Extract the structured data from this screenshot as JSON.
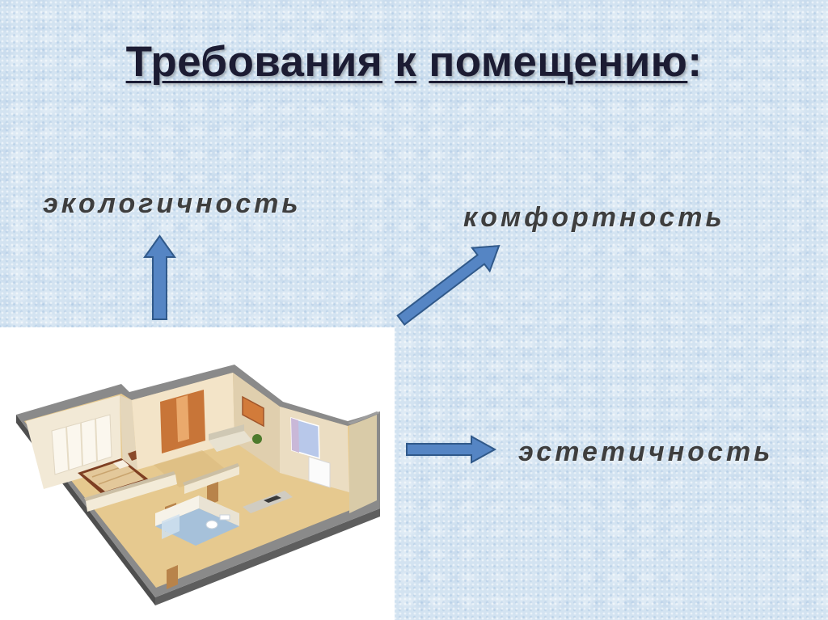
{
  "slide": {
    "title": {
      "words": [
        "Требования",
        "к",
        "помещению"
      ],
      "suffix": ":"
    },
    "labels": {
      "ecology": "экологичность",
      "comfort": "комфортность",
      "aesthetics": "эстетичность"
    }
  },
  "icons": {
    "arrow_to_ecology": "arrow-up-icon",
    "arrow_to_comfort": "arrow-up-right-icon",
    "arrow_to_aesthetics": "arrow-right-icon",
    "apartment_picture": "apartment-floorplan-illustration"
  },
  "colors": {
    "background": "#d3e3f1",
    "title_text": "#1c1c33",
    "label_text": "#3e3e3e",
    "arrow_fill": "#5585c4",
    "arrow_outline": "#30598a",
    "image_background": "#ffffff"
  }
}
